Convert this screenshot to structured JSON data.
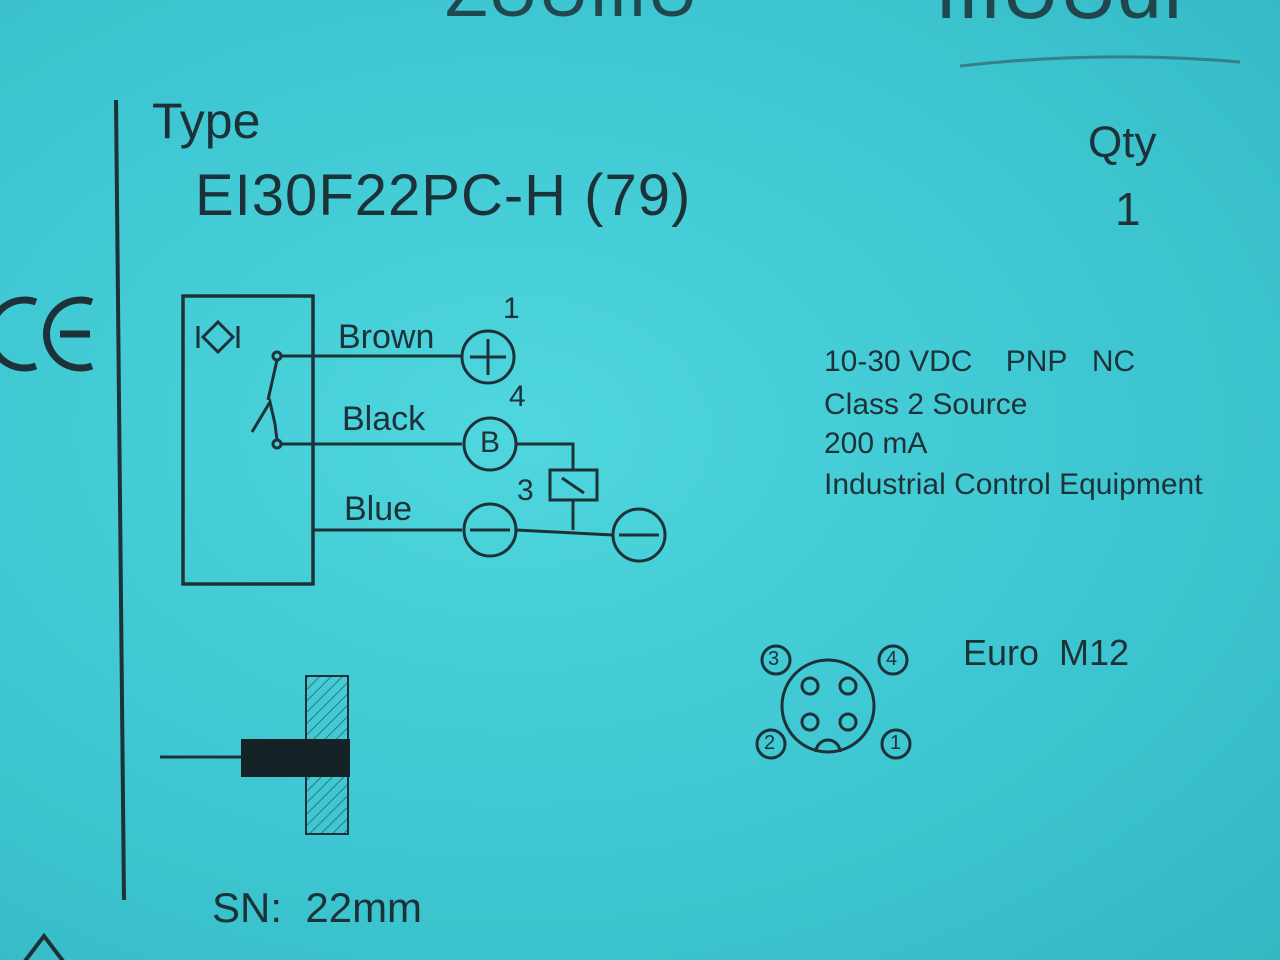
{
  "header": {
    "partial_left": "ZUUIIIU",
    "partial_right": "IIIUUdI"
  },
  "product": {
    "type_label": "Type",
    "type_value": "EI30F22PC-H (79)",
    "qty_label": "Qty",
    "qty_value": "1"
  },
  "mark": {
    "ce": "CE"
  },
  "wiring": {
    "wires": [
      "Brown",
      "Black",
      "Blue"
    ],
    "pins": [
      "1",
      "4",
      "3"
    ],
    "terminal_b": "B"
  },
  "specs": [
    "10-30 VDC    PNP   NC",
    "Class 2 Source",
    "200 mA",
    "Industrial Control Equipment"
  ],
  "connector": {
    "label": "Euro  M12",
    "pins": [
      "3",
      "4",
      "2",
      "1"
    ]
  },
  "sensing": {
    "label": "SN:  22mm"
  },
  "colors": {
    "background": "#3ec7d2",
    "ink": "#1d3238"
  }
}
